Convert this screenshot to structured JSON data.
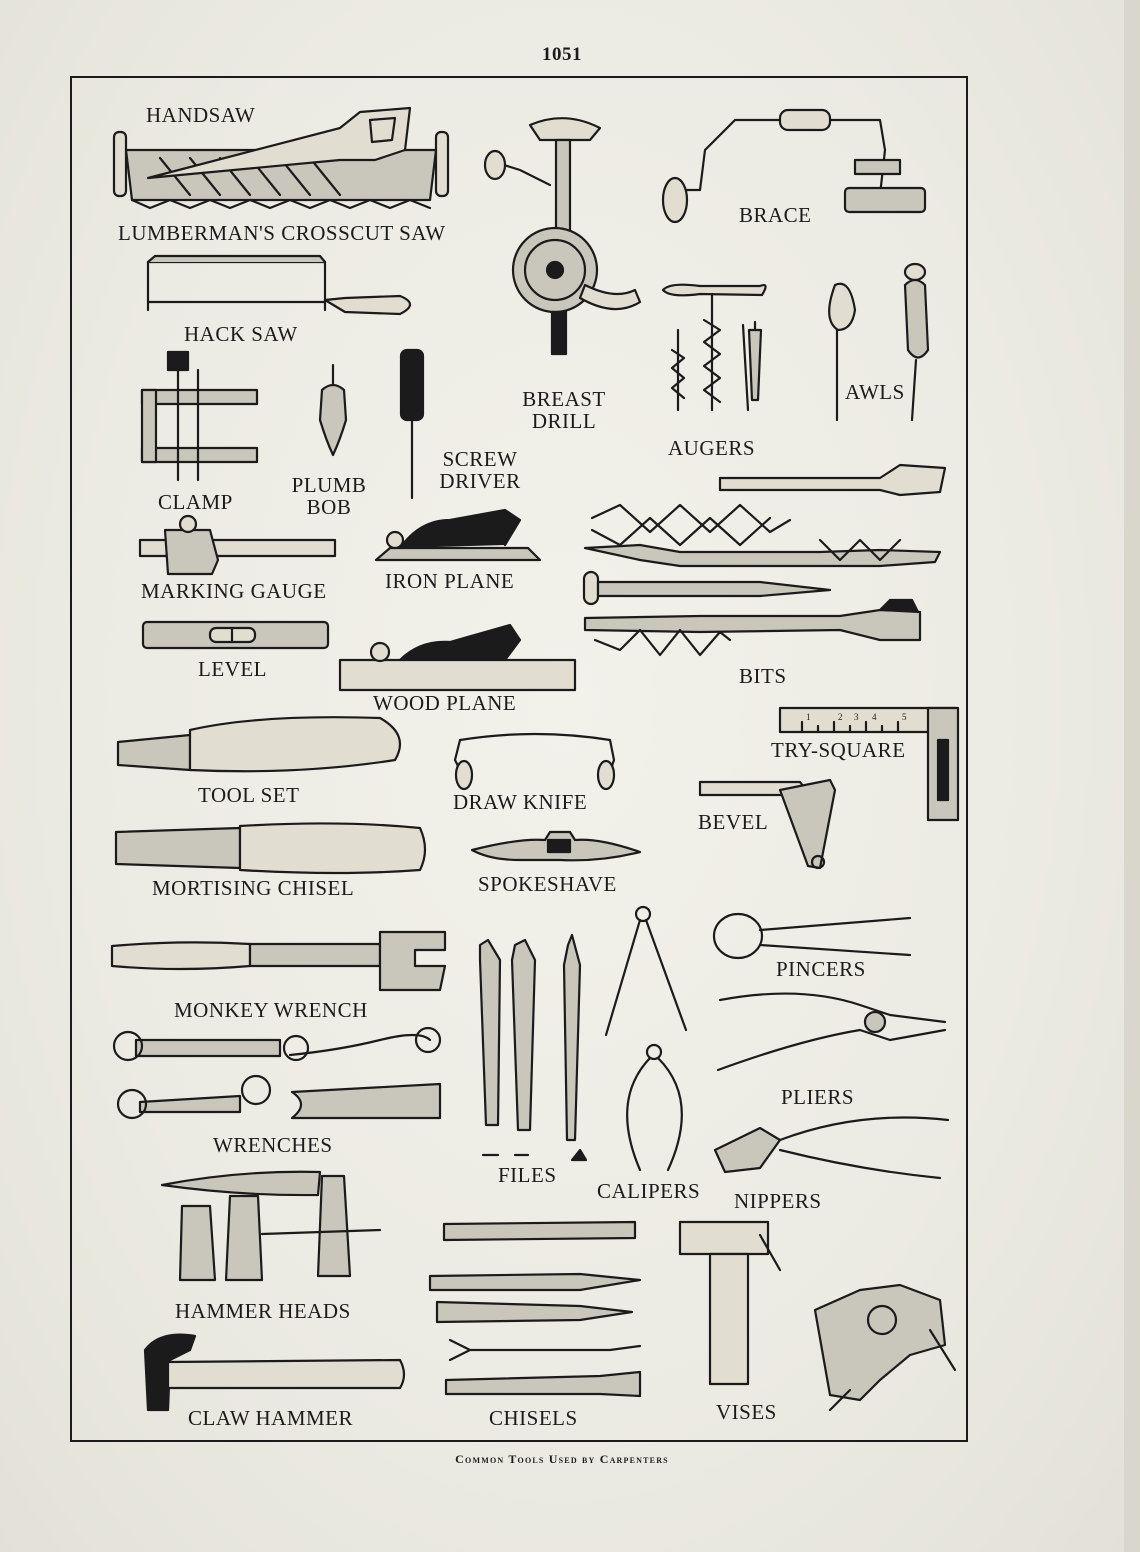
{
  "page_number": "1051",
  "caption": "Common Tools Used by Carpenters",
  "labels": {
    "handsaw": "HANDSAW",
    "crosscut_saw": "LUMBERMAN'S CROSSCUT SAW",
    "hack_saw": "HACK SAW",
    "breast_drill": "BREAST DRILL",
    "brace": "BRACE",
    "augers": "AUGERS",
    "awls": "AWLS",
    "clamp": "CLAMP",
    "plumb_bob": "PLUMB BOB",
    "screw_driver": "SCREW DRIVER",
    "marking_gauge": "MARKING GAUGE",
    "iron_plane": "IRON PLANE",
    "level": "LEVEL",
    "wood_plane": "WOOD PLANE",
    "bits": "BITS",
    "try_square": "TRY-SQUARE",
    "tool_set": "TOOL SET",
    "draw_knife": "DRAW KNIFE",
    "bevel": "BEVEL",
    "mortising_chisel": "MORTISING CHISEL",
    "spokeshave": "SPOKESHAVE",
    "pincers": "PINCERS",
    "monkey_wrench": "MONKEY WRENCH",
    "pliers": "PLIERS",
    "wrenches": "WRENCHES",
    "files": "FILES",
    "calipers": "CALIPERS",
    "nippers": "NIPPERS",
    "hammer_heads": "HAMMER HEADS",
    "claw_hammer": "CLAW HAMMER",
    "chisels": "CHISELS",
    "vises": "VISES"
  },
  "try_square_ruler_marks": [
    "1",
    "2",
    "3",
    "4",
    "5"
  ]
}
